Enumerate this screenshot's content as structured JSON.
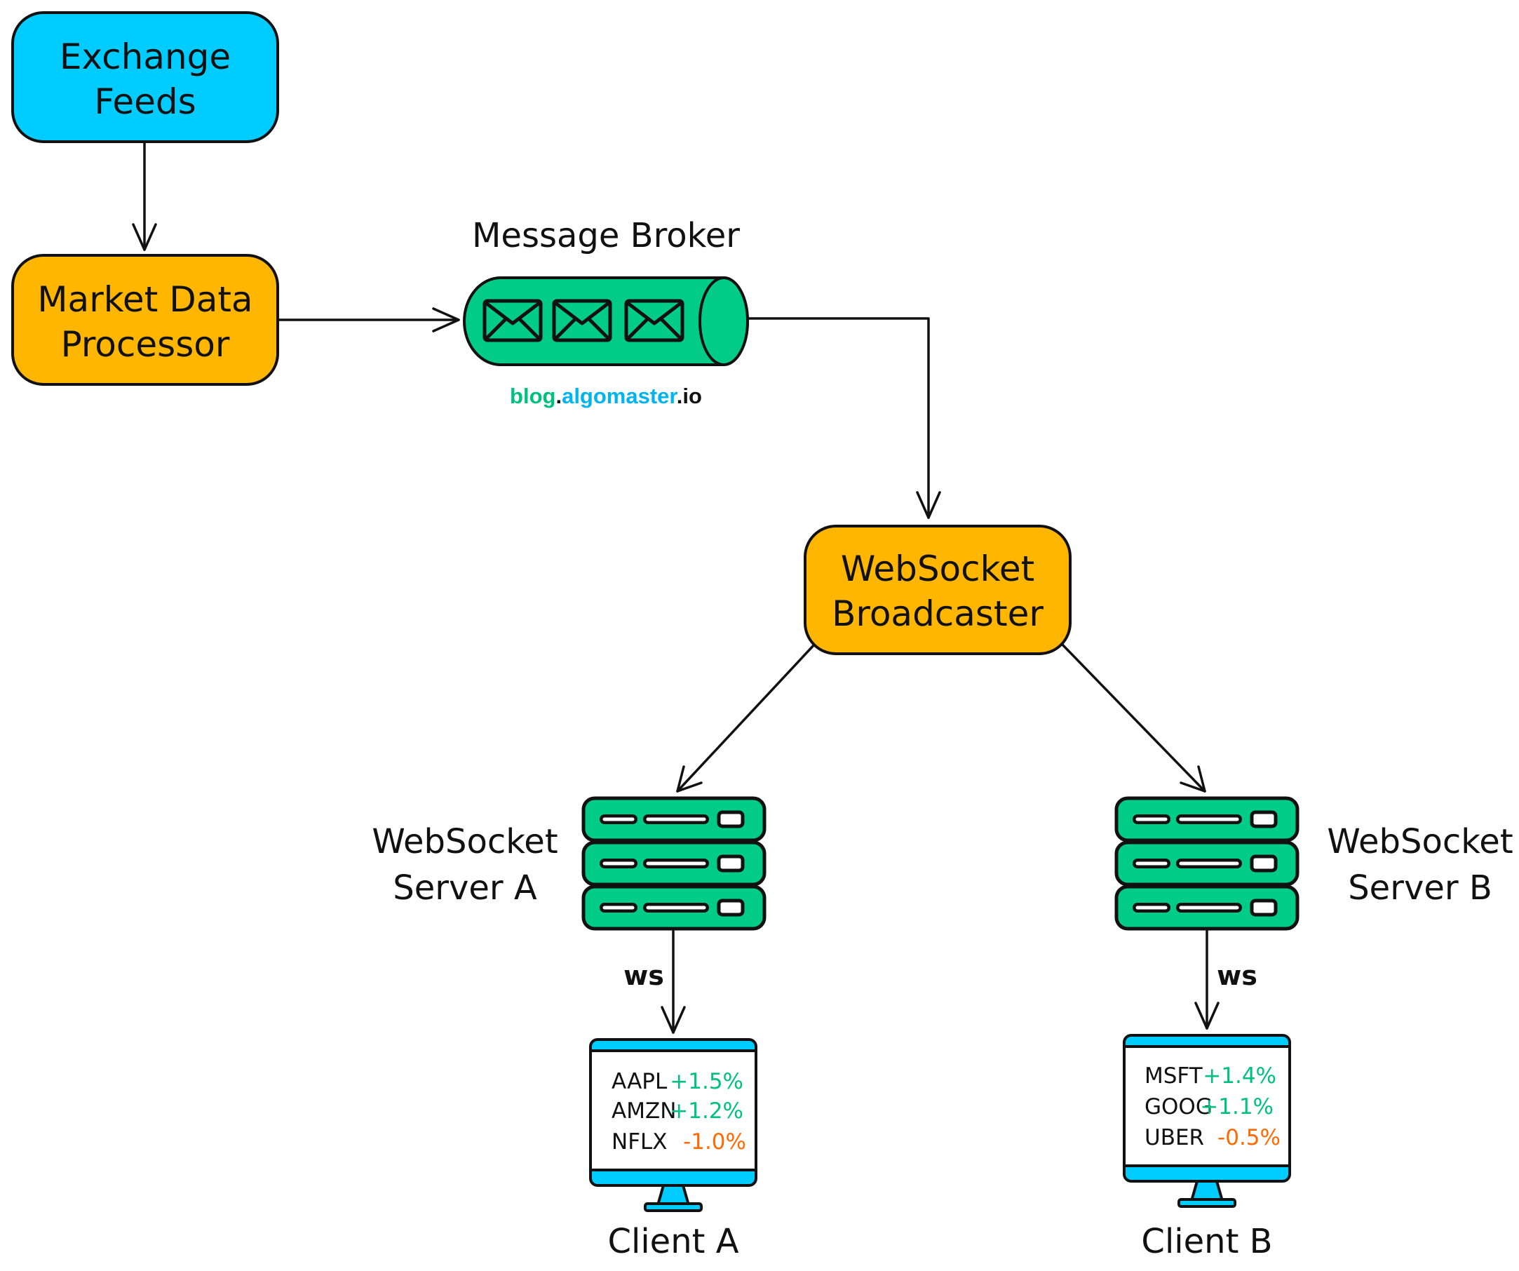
{
  "colors": {
    "exchange_fill": "#00CCFF",
    "processor_fill": "#FFB600",
    "broker_fill": "#00CC88",
    "server_fill": "#00CC88",
    "monitor_frame": "#00CCFF",
    "positive": "#00C080",
    "negative": "#FF6A00",
    "brand_green": "#00C080",
    "brand_blue": "#00B4F0",
    "stroke": "#111111"
  },
  "nodes": {
    "exchange_feeds": {
      "line1": "Exchange",
      "line2": "Feeds"
    },
    "market_data_processor": {
      "line1": "Market Data",
      "line2": "Processor"
    },
    "message_broker": {
      "title": "Message Broker",
      "icon": "envelope-icon"
    },
    "websocket_broadcaster": {
      "line1": "WebSocket",
      "line2": "Broadcaster"
    },
    "server_a": {
      "line1": "WebSocket",
      "line2": "Server A",
      "icon": "server-icon"
    },
    "server_b": {
      "line1": "WebSocket",
      "line2": "Server B",
      "icon": "server-icon"
    },
    "client_a": {
      "label": "Client A",
      "icon": "monitor-icon",
      "rows": [
        {
          "symbol": "AAPL",
          "change": "+1.5%",
          "trend": "up"
        },
        {
          "symbol": "AMZN",
          "change": "+1.2%",
          "trend": "up"
        },
        {
          "symbol": "NFLX",
          "change": "-1.0%",
          "trend": "down"
        }
      ]
    },
    "client_b": {
      "label": "Client B",
      "icon": "monitor-icon",
      "rows": [
        {
          "symbol": "MSFT",
          "change": "+1.4%",
          "trend": "up"
        },
        {
          "symbol": "GOOG",
          "change": "+1.1%",
          "trend": "up"
        },
        {
          "symbol": "UBER",
          "change": "-0.5%",
          "trend": "down"
        }
      ]
    }
  },
  "edges": {
    "ws_a": "ws",
    "ws_b": "ws"
  },
  "watermark": {
    "part1": "blog",
    "dot1": ".",
    "part2": "algomaster",
    "dot2": ".",
    "part3": "io"
  }
}
